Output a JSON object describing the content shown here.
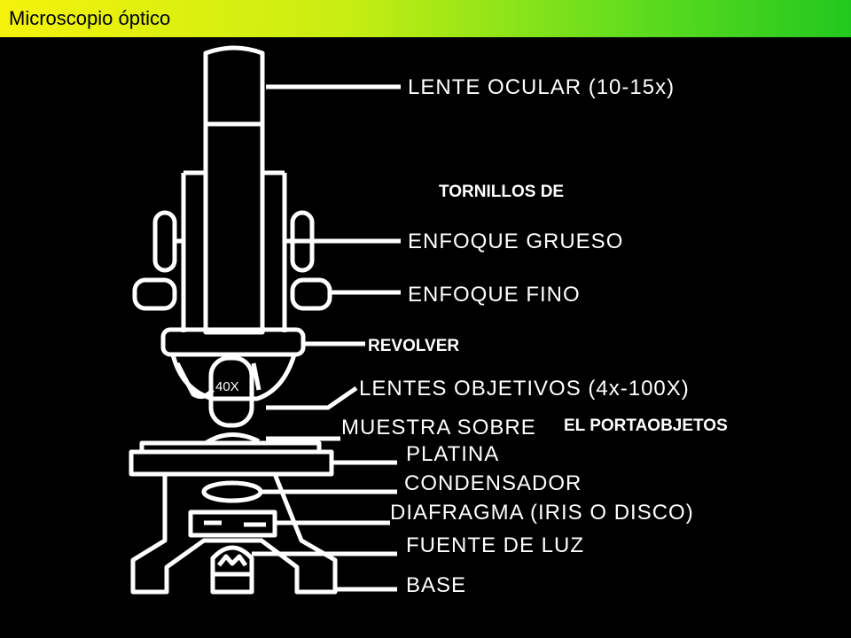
{
  "title": "Microscopio óptico",
  "labels": {
    "ocular": "LENTE OCULAR (10-15x)",
    "tornillos": "TORNILLOS DE",
    "grueso": "ENFOQUE GRUESO",
    "fino": "ENFOQUE FINO",
    "revolver": "REVOLVER",
    "objetivos": "LENTES OBJETIVOS (4x-100X)",
    "muestra": "MUESTRA SOBRE",
    "portaobjetos": "EL PORTAOBJETOS",
    "platina": "PLATINA",
    "condensador": "CONDENSADOR",
    "diafragma": "DIAFRAGMA (IRIS O DISCO)",
    "fuente": "FUENTE DE LUZ",
    "base": "BASE",
    "objetivo_marca": "40X"
  },
  "colors": {
    "background": "#000000",
    "title_gradient_start": "#f4f20a",
    "title_gradient_end": "#22c81e",
    "drawing": "#ffffff"
  }
}
